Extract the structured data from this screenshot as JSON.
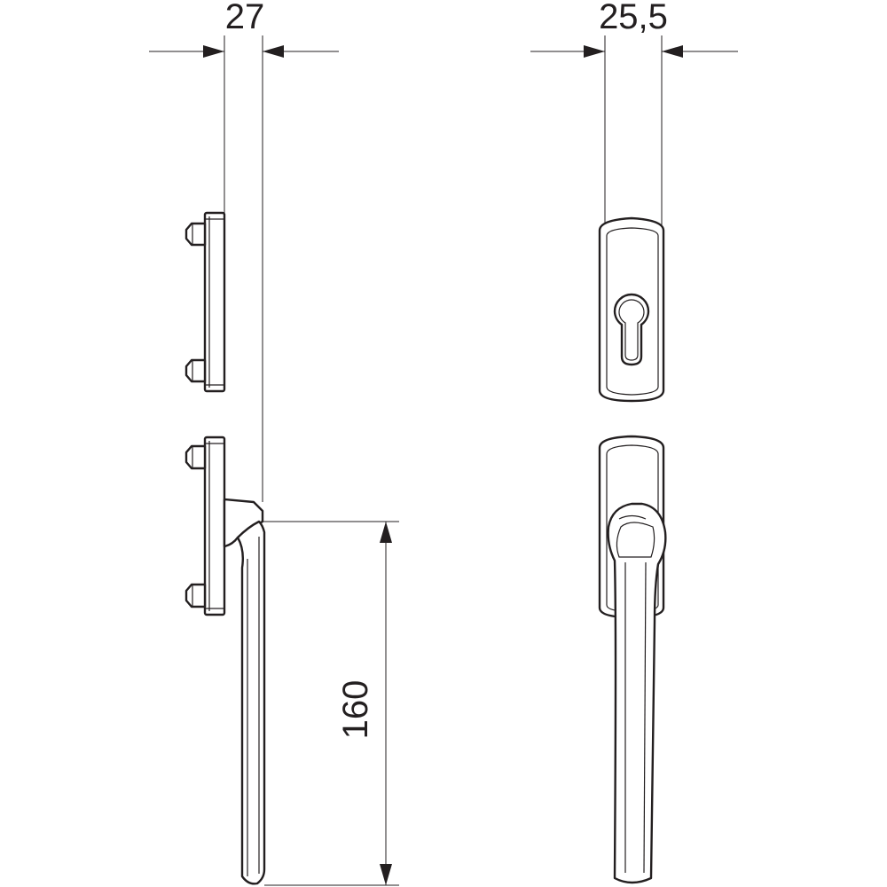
{
  "drawing": {
    "line_color": "#231f20",
    "background": "#ffffff",
    "dimensions": {
      "side_depth": "27",
      "front_depth": "25,5",
      "handle_length": "160"
    }
  }
}
